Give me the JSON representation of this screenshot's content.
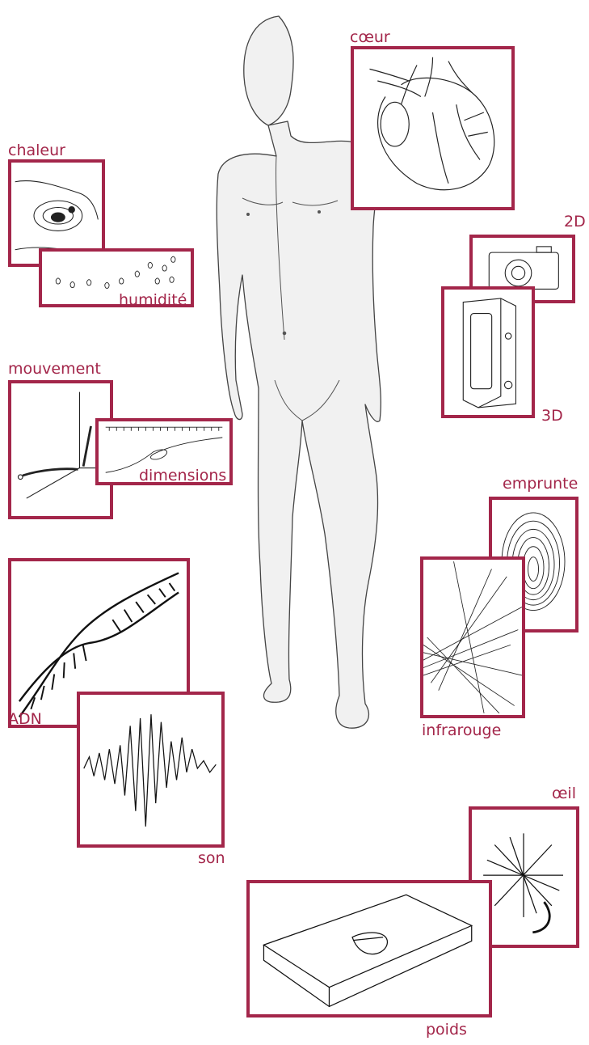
{
  "accent_color": "#a3264a",
  "labels": {
    "coeur": "cœur",
    "chaleur": "chaleur",
    "humidite": "humidité",
    "deux_d": "2D",
    "trois_d": "3D",
    "mouvement": "mouvement",
    "dimensions": "dimensions",
    "emprunte": "emprunte",
    "infrarouge": "infrarouge",
    "adn": "ADN",
    "son": "son",
    "oeil": "œil",
    "poids": "poids"
  },
  "icons": {
    "figure": "human-figure-sketch",
    "coeur": "heart-icon",
    "chaleur": "heat-map-icon",
    "humidite": "water-drops-icon",
    "deux_d": "camera-icon",
    "trois_d": "3d-scanner-icon",
    "mouvement": "motion-axis-icon",
    "dimensions": "tape-measure-icon",
    "emprunte": "fingerprint-icon",
    "infrarouge": "infrared-beams-icon",
    "adn": "dna-icon",
    "son": "sound-wave-icon",
    "oeil": "eye-sparkle-icon",
    "poids": "scale-icon"
  }
}
